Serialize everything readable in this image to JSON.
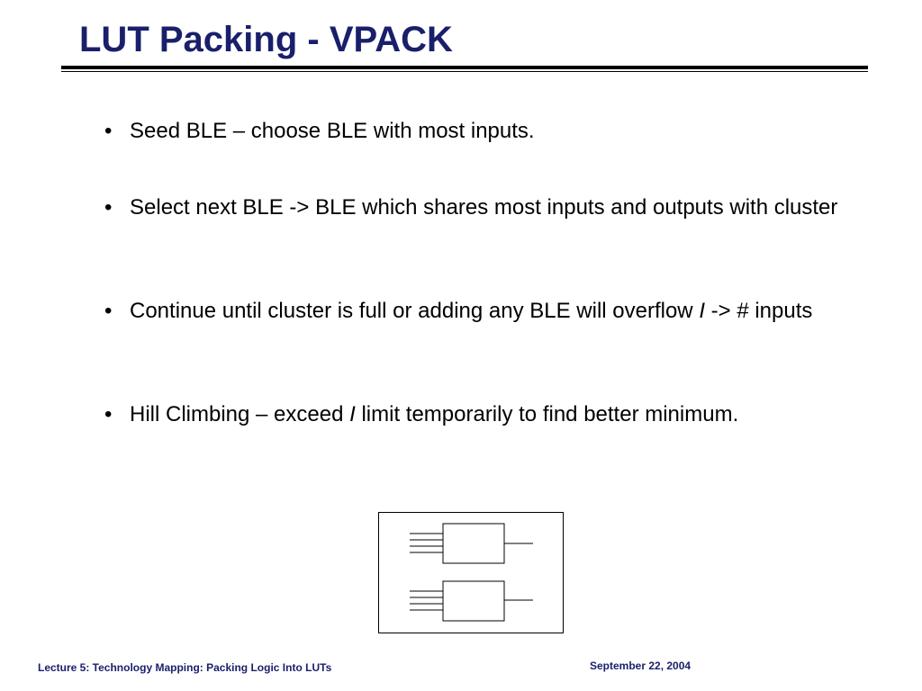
{
  "slide": {
    "title": "LUT Packing - VPACK",
    "bullets": [
      {
        "before": "Seed BLE – choose BLE with most inputs.",
        "italic": "",
        "after": ""
      },
      {
        "before": "Select next BLE -> BLE which shares most inputs and outputs with cluster",
        "italic": "",
        "after": ""
      },
      {
        "before": "Continue until cluster is full or adding any BLE will overflow ",
        "italic": "I",
        "after": " -> # inputs"
      },
      {
        "before": "Hill Climbing – exceed ",
        "italic": "I",
        "after": " limit temporarily to find better minimum."
      }
    ],
    "bullet_symbol": "•"
  },
  "footer": {
    "left": "Lecture 5: Technology Mapping: Packing Logic Into LUTs",
    "right": "September 22, 2004"
  },
  "colors": {
    "title": "#1a1f6b",
    "text": "#000000",
    "rule": "#000000"
  }
}
